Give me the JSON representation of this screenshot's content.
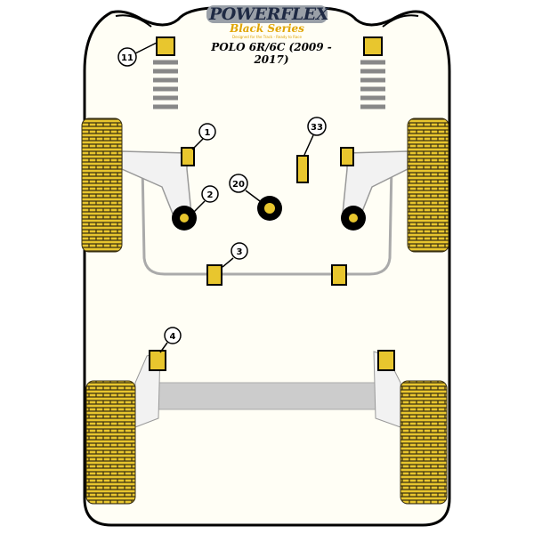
{
  "logo": {
    "brand": "POWERFLEX",
    "series": "Black Series",
    "tagline": "Designed for the Track - Ready to Race"
  },
  "model_title": "POLO 6R/6C (2009 - 2017)",
  "callouts": [
    {
      "number": "11",
      "part": "top-mount"
    },
    {
      "number": "1",
      "part": "front-arm-front-bush"
    },
    {
      "number": "2",
      "part": "front-arm-rear-bush"
    },
    {
      "number": "20",
      "part": "engine-mount"
    },
    {
      "number": "33",
      "part": "gearbox-mount"
    },
    {
      "number": "3",
      "part": "anti-roll-bar-bush"
    },
    {
      "number": "4",
      "part": "rear-beam-bush"
    }
  ],
  "colors": {
    "bushing": "#e8c62e",
    "body": "#fffef5",
    "frame": "#c8c8c8",
    "outline": "#000000"
  }
}
